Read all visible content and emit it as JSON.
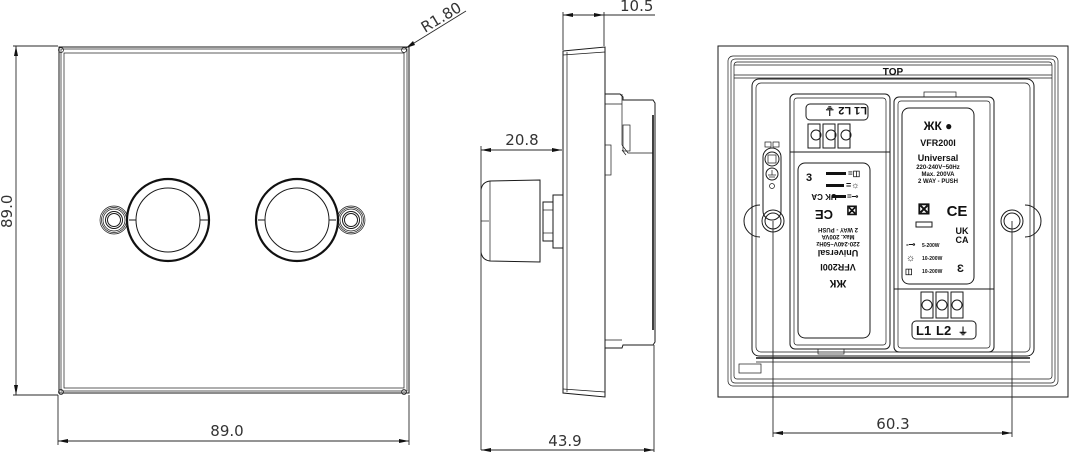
{
  "drawing": {
    "title": "Double dimmer switch technical drawing",
    "units": "mm",
    "line_color": "#1a1a1a",
    "background": "#ffffff"
  },
  "front_view": {
    "width_dim": "89.0",
    "height_dim": "89.0",
    "corner_radius_dim": "R1.80"
  },
  "side_view": {
    "plate_depth_dim": "10.5",
    "knob_projection_dim": "20.8",
    "overall_depth_dim": "43.9"
  },
  "rear_view": {
    "orientation_label": "TOP",
    "fixing_centres_dim": "60.3",
    "module_left": {
      "model": "VFR200I",
      "type": "Universal",
      "rating_line1": "220-240V~50Hz",
      "rating_line2": "Max. 200VA",
      "mode": "2 WAY - PUSH",
      "terminals": [
        "L1",
        "L2"
      ],
      "channel_mark": "3",
      "rotated": true
    },
    "module_right": {
      "model": "VFR200I",
      "type": "Universal",
      "rating_line1": "220-240V~50Hz",
      "rating_line2": "Max. 200VA",
      "mode": "2 WAY - PUSH",
      "terminals": [
        "L1",
        "L2"
      ],
      "channel_mark": "3",
      "load_ratings": [
        "5-200W",
        "10-200W",
        "10-200W"
      ],
      "marks": [
        "CE",
        "UKCA",
        "WEEE"
      ]
    }
  }
}
